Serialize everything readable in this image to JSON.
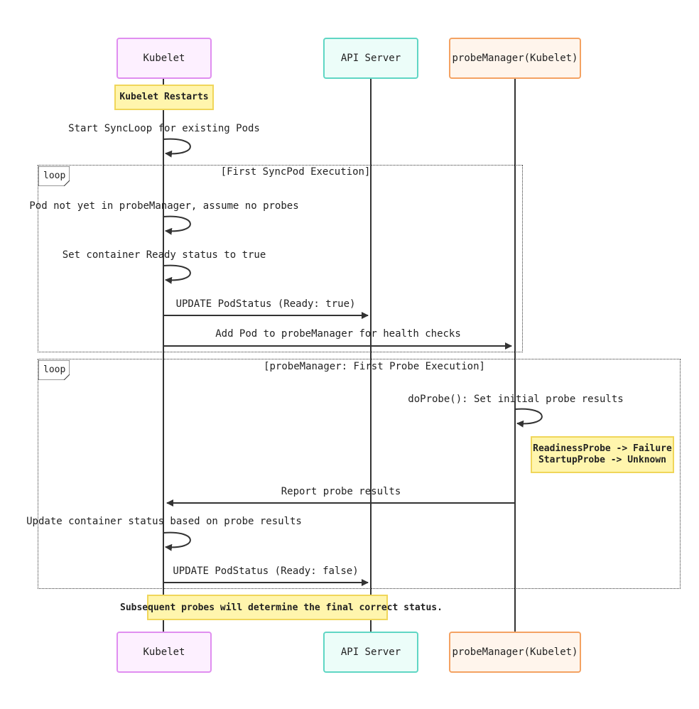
{
  "actors": [
    {
      "id": "kubelet",
      "label": "Kubelet",
      "fill": "#fdf0ff",
      "stroke": "#e08ef0"
    },
    {
      "id": "api",
      "label": "API Server",
      "fill": "#ecfdf9",
      "stroke": "#5fd6c4"
    },
    {
      "id": "probe",
      "label": "probeManager(Kubelet)",
      "fill": "#fff5ec",
      "stroke": "#f4a262"
    }
  ],
  "notes": {
    "restart": "Kubelet Restarts",
    "probe_results": [
      "ReadinessProbe -> Failure",
      "StartupProbe -> Unknown"
    ],
    "final": "Subsequent probes will determine the final correct status."
  },
  "messages": {
    "m1": "Start SyncLoop for existing Pods",
    "m2": "Pod not yet in probeManager, assume no probes",
    "m3": "Set container Ready status to true",
    "m4": "UPDATE PodStatus (Ready: true)",
    "m5": "Add Pod to probeManager for health checks",
    "m6": "doProbe(): Set initial probe results",
    "m7": "Report probe results",
    "m8": "Update container status based on probe results",
    "m9": "UPDATE PodStatus (Ready: false)"
  },
  "loops": [
    {
      "tag": "loop",
      "condition": "[First SyncPod Execution]"
    },
    {
      "tag": "loop",
      "condition": "[probeManager: First Probe Execution]"
    }
  ]
}
